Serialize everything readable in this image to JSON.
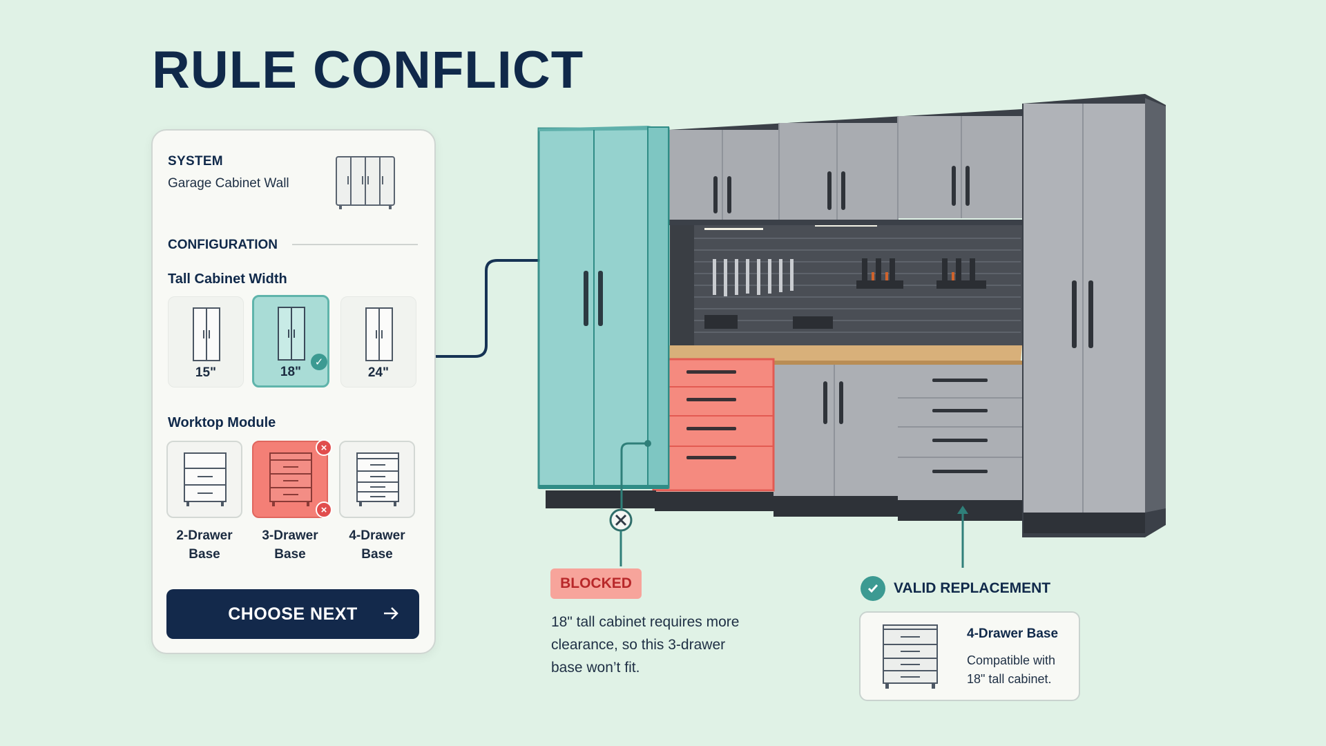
{
  "title": "RULE CONFLICT",
  "panel": {
    "system_label": "SYSTEM",
    "system_value": "Garage Cabinet Wall",
    "system_icon": "cabinet-wall-icon",
    "configuration_label": "CONFIGURATION",
    "width_section": {
      "label": "Tall Cabinet Width",
      "options": [
        {
          "label": "15\"",
          "state": "default"
        },
        {
          "label": "18\"",
          "state": "selected"
        },
        {
          "label": "24\"",
          "state": "default"
        }
      ]
    },
    "module_section": {
      "label": "Worktop Module",
      "options": [
        {
          "line1": "2-Drawer",
          "line2": "Base",
          "state": "default"
        },
        {
          "line1": "3-Drawer",
          "line2": "Base",
          "state": "conflict"
        },
        {
          "line1": "4-Drawer",
          "line2": "Base",
          "state": "default"
        }
      ]
    },
    "cta_label": "CHOOSE NEXT"
  },
  "blocked": {
    "tag": "BLOCKED",
    "line1": "18\" tall cabinet requires more",
    "line2": "clearance, so this 3-drawer",
    "line3": "base won’t fit."
  },
  "valid": {
    "heading": "VALID REPLACEMENT",
    "card_title": "4-Drawer Base",
    "card_line1": "Compatible with",
    "card_line2": "18\" tall cabinet."
  },
  "colors": {
    "background": "#e0f2e6",
    "navy": "#13294b",
    "teal_selected": "#a9dcd6",
    "teal_accent": "#3c9a92",
    "conflict_red": "#f47f76",
    "blocked_tag": "#f7a49b"
  }
}
